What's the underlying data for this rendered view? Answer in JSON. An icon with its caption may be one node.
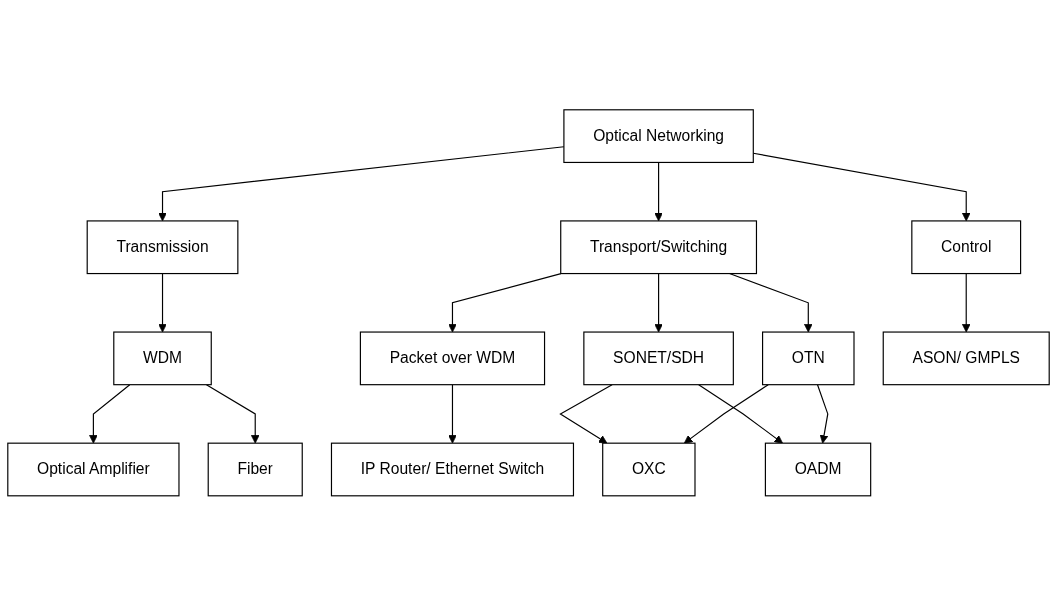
{
  "diagram": {
    "nodes": [
      {
        "text": [
          "Optical Networking"
        ]
      },
      {
        "text": [
          "Transmission"
        ]
      },
      {
        "text": [
          "Transport/Switching"
        ]
      },
      {
        "text": [
          "Control"
        ]
      },
      {
        "text": [
          "WDM"
        ]
      },
      {
        "text": [
          "Packet over WDM"
        ]
      },
      {
        "text": [
          "SONET/SDH"
        ]
      },
      {
        "text": [
          "OTN"
        ]
      },
      {
        "text": [
          "ASON/ GMPLS"
        ]
      },
      {
        "text": [
          "Optical Amplifier"
        ]
      },
      {
        "text": [
          "Fiber"
        ]
      },
      {
        "text": [
          "IP Router/ Ethernet Switch"
        ]
      },
      {
        "text": [
          "OXC"
        ]
      },
      {
        "text": [
          "OADM"
        ]
      }
    ],
    "edges": [
      {
        "from": 0,
        "to": 1,
        "arrow": "to"
      },
      {
        "from": 0,
        "to": 2,
        "arrow": "to"
      },
      {
        "from": 0,
        "to": 3,
        "arrow": "to"
      },
      {
        "from": 1,
        "to": 4,
        "arrow": "to"
      },
      {
        "from": 2,
        "to": 5,
        "arrow": "to"
      },
      {
        "from": 2,
        "to": 6,
        "arrow": "to"
      },
      {
        "from": 2,
        "to": 7,
        "arrow": "to"
      },
      {
        "from": 3,
        "to": 8,
        "arrow": "to"
      },
      {
        "from": 4,
        "to": 9,
        "arrow": "to"
      },
      {
        "from": 4,
        "to": 10,
        "arrow": "to"
      },
      {
        "from": 5,
        "to": 11,
        "arrow": "to"
      },
      {
        "from": 6,
        "to": 12,
        "arrow": "to"
      },
      {
        "from": 6,
        "to": 13,
        "arrow": "to"
      },
      {
        "from": 7,
        "to": 12,
        "arrow": "to"
      },
      {
        "from": 7,
        "to": 13,
        "arrow": "to"
      }
    ]
  }
}
